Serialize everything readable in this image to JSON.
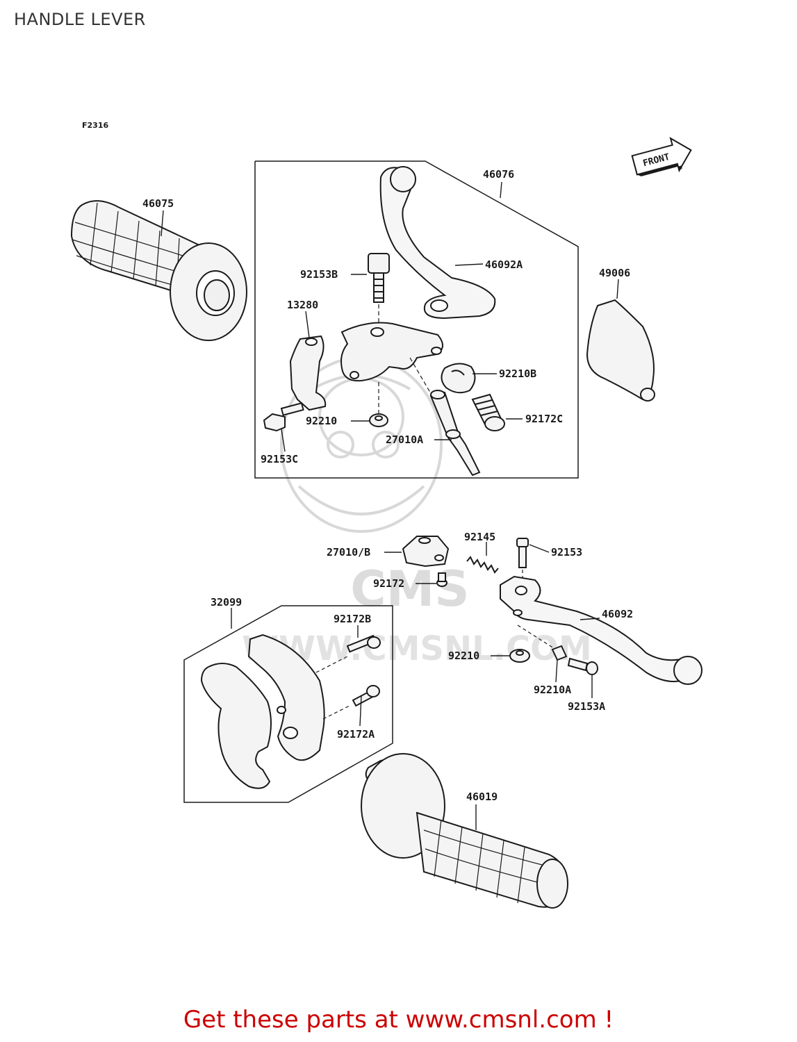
{
  "header": {
    "title": "HANDLE LEVER"
  },
  "figure": {
    "code": "F2316",
    "front_label": "FRONT"
  },
  "colors": {
    "line": "#1a1a1a",
    "fill": "#f4f4f4",
    "footer": "#cc0000",
    "watermark": "#d6d6d6"
  },
  "watermark": {
    "brand": "CMS",
    "url": "WWW.CMSNL.COM"
  },
  "parts": [
    {
      "id": "p-46075",
      "label": "46075"
    },
    {
      "id": "p-46076",
      "label": "46076"
    },
    {
      "id": "p-46092A",
      "label": "46092A"
    },
    {
      "id": "p-92153B",
      "label": "92153B"
    },
    {
      "id": "p-49006",
      "label": "49006"
    },
    {
      "id": "p-13280",
      "label": "13280"
    },
    {
      "id": "p-92210B",
      "label": "92210B"
    },
    {
      "id": "p-92210-top",
      "label": "92210"
    },
    {
      "id": "p-92172C",
      "label": "92172C"
    },
    {
      "id": "p-27010A",
      "label": "27010A"
    },
    {
      "id": "p-92153C",
      "label": "92153C"
    },
    {
      "id": "p-92145",
      "label": "92145"
    },
    {
      "id": "p-27010B",
      "label": "27010/B"
    },
    {
      "id": "p-92153",
      "label": "92153"
    },
    {
      "id": "p-92172",
      "label": "92172"
    },
    {
      "id": "p-32099",
      "label": "32099"
    },
    {
      "id": "p-46092",
      "label": "46092"
    },
    {
      "id": "p-92172B",
      "label": "92172B"
    },
    {
      "id": "p-92210-bot",
      "label": "92210"
    },
    {
      "id": "p-92210A",
      "label": "92210A"
    },
    {
      "id": "p-92153A",
      "label": "92153A"
    },
    {
      "id": "p-92172A",
      "label": "92172A"
    },
    {
      "id": "p-46019",
      "label": "46019"
    }
  ],
  "footer": {
    "text": "Get these parts at www.cmsnl.com !"
  }
}
